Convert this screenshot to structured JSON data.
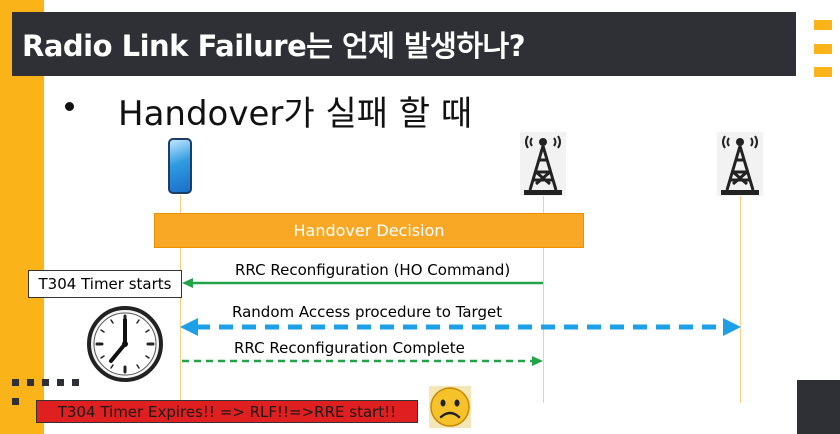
{
  "slide": {
    "title": "Radio Link Failure는 언제 발생하나?",
    "subtitle": "Handover가 실패 할 때",
    "bullet": "•"
  },
  "diagram": {
    "ho_decision": "Handover Decision",
    "timer_start": "T304 Timer starts",
    "messages": [
      "RRC Reconfiguration (HO Command)",
      "Random Access procedure to Target",
      "RRC Reconfiguration Complete"
    ],
    "expire_note": "T304 Timer Expires!! => RLF!!=>RRE start!!"
  },
  "colors": {
    "accent": "#fbb31a",
    "title_bar": "#2f3035",
    "ho_box": "#f9a825",
    "green_arrow": "#22a34a",
    "blue_arrow": "#1ea0e6",
    "alert": "#e02020"
  },
  "icons": [
    "phone-icon",
    "cell-tower-icon",
    "clock-icon",
    "sad-face-icon"
  ]
}
